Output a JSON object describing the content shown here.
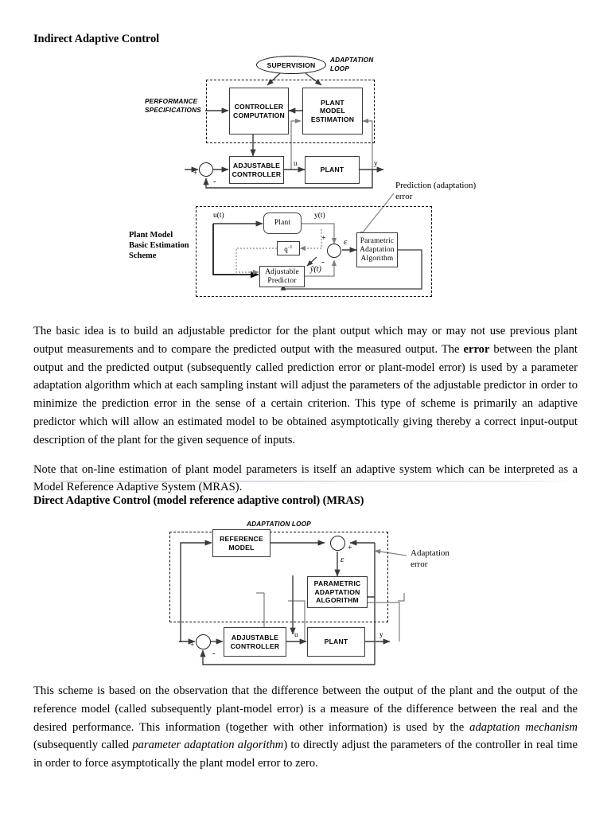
{
  "document": {
    "section1": {
      "title": "Indirect Adaptive Control",
      "paragraphs": [
        {
          "runs": [
            {
              "text": "The basic idea is to build an adjustable predictor for the plant output which may or may not use previous plant output measurements and to compare the predicted output with the measured output. The ",
              "style": "normal"
            },
            {
              "text": "error",
              "style": "bold"
            },
            {
              "text": " between the plant output and the predicted output (subsequently called prediction error or plant-model error) is used by a parameter adaptation algorithm which at each sampling instant will adjust the parameters of the adjustable predictor in order to minimize the prediction error in the sense of a certain criterion. This type of scheme is primarily an adaptive predictor which will allow an estimated model to be obtained asymptotically giving thereby a correct input-output description of the plant for the given sequence of inputs.",
              "style": "normal"
            }
          ]
        },
        {
          "runs": [
            {
              "text": "Note that on-line estimation of plant model parameters is itself an adaptive system which can be interpreted as a Model Reference Adaptive System (MRAS).",
              "style": "normal"
            }
          ]
        }
      ]
    },
    "section2": {
      "title": "Direct Adaptive Control (model reference adaptive control) (MRAS)",
      "paragraphs": [
        {
          "runs": [
            {
              "text": "This scheme is based on the observation that the difference between the output of the plant and the output of the reference model (called subsequently plant-model error) is a measure of the difference between the real and the desired performance. This information (together with other information) is used by the ",
              "style": "normal"
            },
            {
              "text": "adaptation mechanism",
              "style": "italic"
            },
            {
              "text": " (subsequently called ",
              "style": "normal"
            },
            {
              "text": "parameter adaptation algorithm",
              "style": "italic"
            },
            {
              "text": ") to directly adjust the parameters of the controller in real time in order to force asymptotically the plant model error to zero.",
              "style": "normal"
            }
          ]
        }
      ]
    }
  },
  "figure1": {
    "name": "indirect-adaptive-control-diagram",
    "supervision_label": "SUPERVISION",
    "adaptation_loop_label": "ADAPTATION\nLOOP",
    "performance_spec_label": "PERFORMANCE\nSPECIFICATIONS",
    "blocks": {
      "controller_computation": "CONTROLLER\nCOMPUTATION",
      "plant_model_estimation": "PLANT\nMODEL\nESTIMATION",
      "adjustable_controller": "ADJUSTABLE\nCONTROLLER",
      "plant": "PLANT"
    },
    "signals": {
      "u": "u",
      "y": "y",
      "plus": "+",
      "minus": "-"
    },
    "annotation": "Prediction (adaptation)\nerror",
    "inner": {
      "caption": "Plant Model\nBasic Estimation\nScheme",
      "blocks": {
        "plant": "Plant",
        "delay": "q",
        "delay_exp": "-1",
        "adjustable_predictor": "Adjustable\nPredictor",
        "parametric_adaptation_algorithm": "Parametric\nAdaptation\nAlgorithm"
      },
      "signals": {
        "u_t": "u(t)",
        "y_t": "y(t)",
        "yhat_t": "ŷ(t)",
        "epsilon": "ε",
        "plus": "+",
        "minus": "-"
      }
    }
  },
  "figure2": {
    "name": "direct-adaptive-control-mras-diagram",
    "adaptation_loop_label": "ADAPTATION LOOP",
    "blocks": {
      "reference_model": "REFERENCE\nMODEL",
      "parametric_adaptation_algorithm": "PARAMETRIC\nADAPTATION\nALGORITHM",
      "adjustable_controller": "ADJUSTABLE\nCONTROLLER",
      "plant": "PLANT"
    },
    "signals": {
      "u": "u",
      "y": "y",
      "epsilon": "ε",
      "plus": "+",
      "minus": "-"
    },
    "annotation": "Adaptation\nerror"
  },
  "colors": {
    "ink": "#000000",
    "line": "#4a4a4a",
    "light_line": "#7d7d7d",
    "rule": "#9fb4d0",
    "paper": "#ffffff"
  }
}
